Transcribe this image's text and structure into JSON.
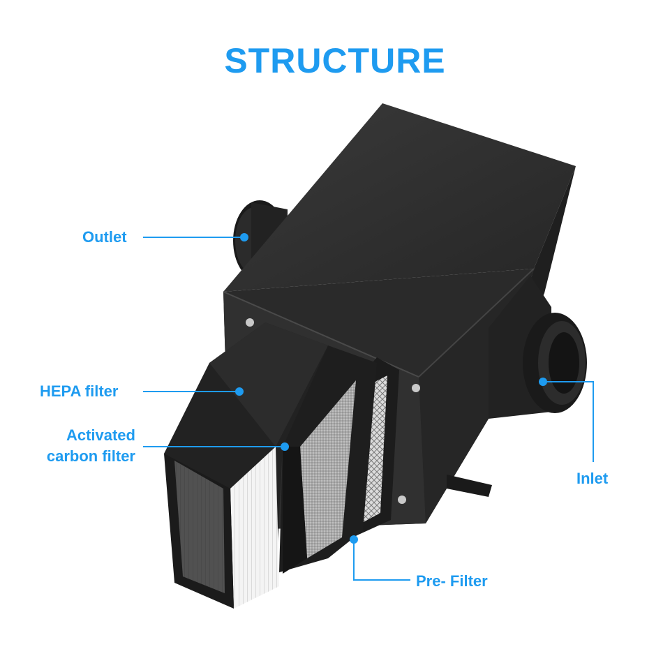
{
  "title": "STRUCTURE",
  "accent_color": "#1e9bf0",
  "labels": {
    "outlet": "Outlet",
    "hepa": "HEPA filter",
    "carbon_line1": "Activated",
    "carbon_line2": "carbon filter",
    "inlet": "Inlet",
    "pre": "Pre- Filter"
  }
}
